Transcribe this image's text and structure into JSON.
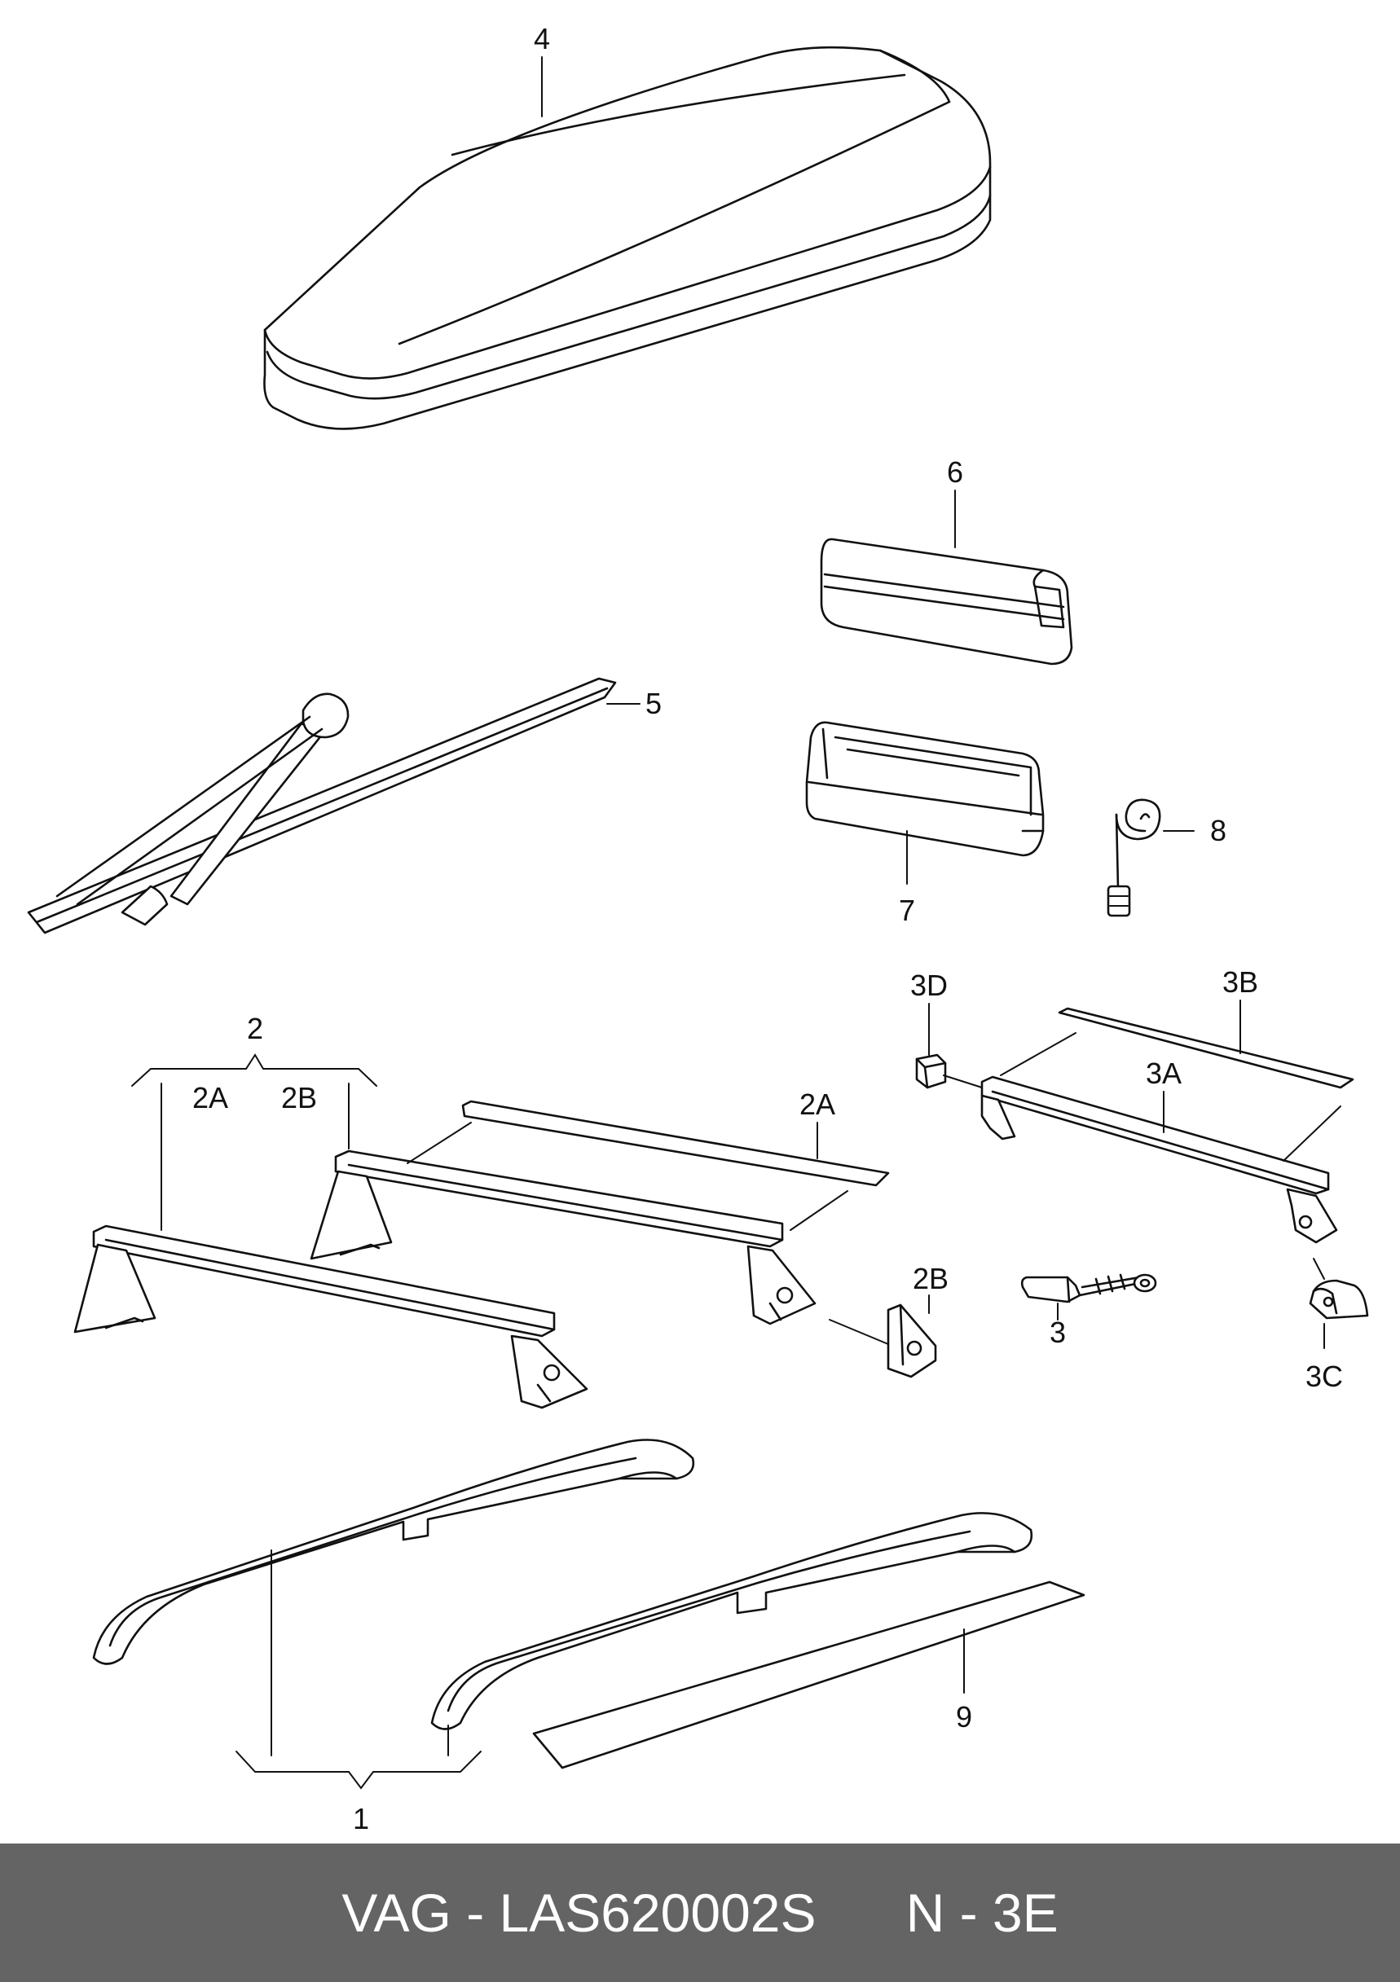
{
  "callouts": {
    "c4": "4",
    "c6": "6",
    "c5": "5",
    "c8": "8",
    "c7": "7",
    "c3d": "3D",
    "c3b": "3B",
    "c3a": "3A",
    "c2": "2",
    "c2a_group": "2A",
    "c2b_group": "2B",
    "c2a": "2A",
    "c2b": "2B",
    "c3": "3",
    "c3c": "3C",
    "c9": "9",
    "c1": "1"
  },
  "footer": {
    "part_label": "VAG - LAS620002S",
    "code_label": "N - 3E"
  },
  "colors": {
    "line": "#111111",
    "footer_background": "#646464",
    "footer_text": "#ffffff"
  }
}
